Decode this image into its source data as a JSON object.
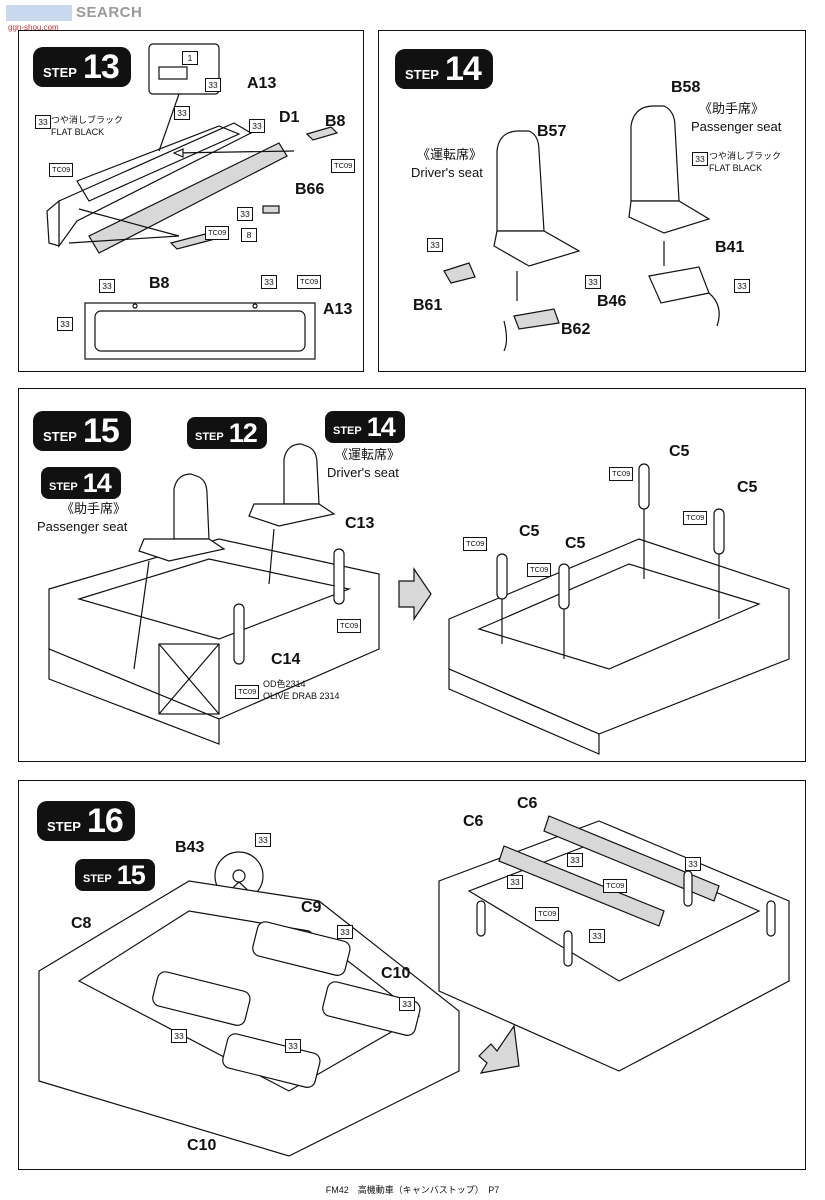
{
  "header": {
    "site_watermark": "SEARCH",
    "site_url": "ggn-shou.com"
  },
  "steps": {
    "s13": {
      "word": "STEP",
      "num": "13"
    },
    "s14": {
      "word": "STEP",
      "num": "14"
    },
    "s15": {
      "word": "STEP",
      "num": "15"
    },
    "s15_ref12": {
      "word": "STEP",
      "num": "12"
    },
    "s15_ref14a": {
      "word": "STEP",
      "num": "14"
    },
    "s15_ref14b": {
      "word": "STEP",
      "num": "14"
    },
    "s16": {
      "word": "STEP",
      "num": "16"
    },
    "s16_ref15": {
      "word": "STEP",
      "num": "15"
    }
  },
  "parts": {
    "a13_top": "A13",
    "d1": "D1",
    "b8_top": "B8",
    "b66": "B66",
    "b8_bot": "B8",
    "a13_bot": "A13",
    "b58": "B58",
    "b57": "B57",
    "b41": "B41",
    "b61": "B61",
    "b46": "B46",
    "b62": "B62",
    "c13": "C13",
    "c14": "C14",
    "c5_a": "C5",
    "c5_b": "C5",
    "c5_c": "C5",
    "c5_d": "C5",
    "b43": "B43",
    "c8": "C8",
    "c9": "C9",
    "c10_a": "C10",
    "c10_b": "C10",
    "c6_a": "C6",
    "c6_b": "C6"
  },
  "tags": {
    "t1": "1",
    "t33": "33",
    "t8": "8",
    "tc09": "TC09"
  },
  "notes": {
    "flat_black_jp": "つや消しブラック",
    "flat_black_en": "FLAT BLACK",
    "passenger_jp": "《助手席》",
    "passenger_en": "Passenger seat",
    "driver_jp": "《運転席》",
    "driver_en": "Driver's seat",
    "od_jp": "OD色2314",
    "od_en": "OLIVE DRAB 2314"
  },
  "footer": {
    "text": "FM42　高機動車（キャンバストップ）　P7"
  }
}
